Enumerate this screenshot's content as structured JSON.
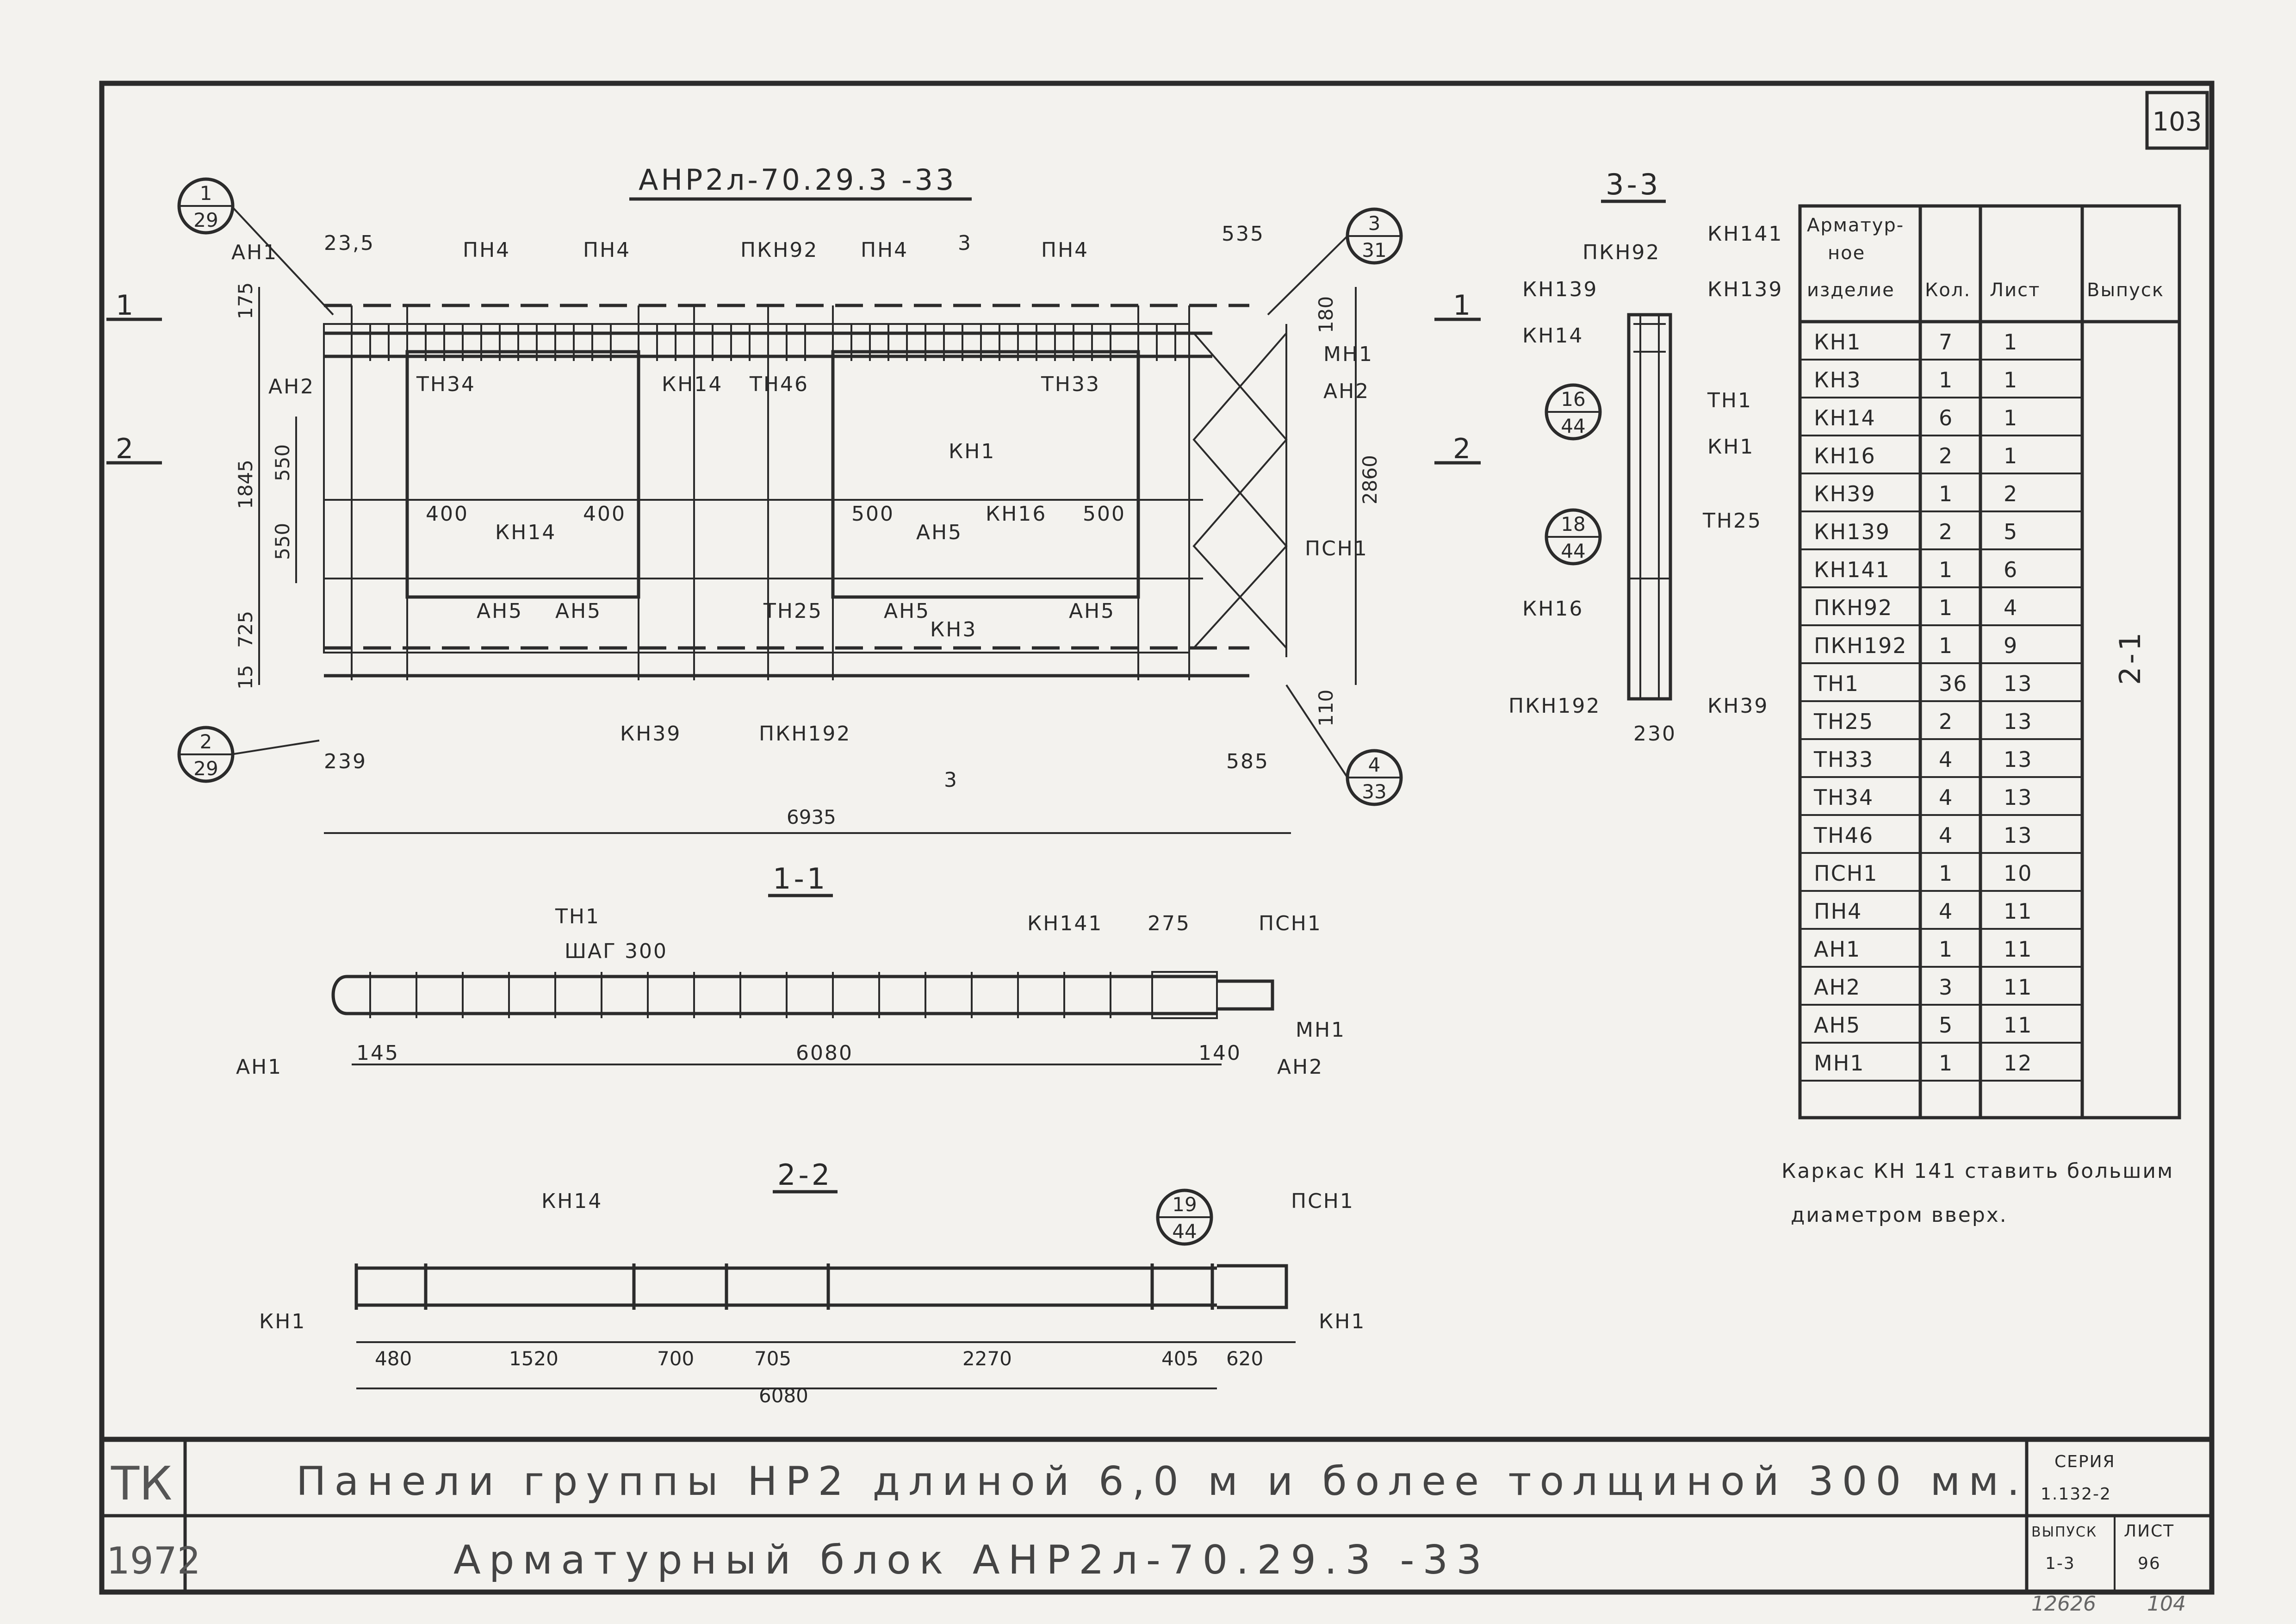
{
  "sheet": {
    "sheet_number": "103",
    "block_title": "АНР2л-70.29.3 -33",
    "note_line1": "Каркас КН 141 ставить большим",
    "note_line2": "диаметром вверх.",
    "handwritten_number": "12626",
    "bottom_page": "104"
  },
  "title_block": {
    "org": "ТК",
    "year": "1972",
    "line1": "Панели группы НР2 длиной 6,0 м и более толщиной 300 мм.",
    "line2": "Арматурный блок АНР2л-70.29.3 -33",
    "series_label": "СЕРИЯ",
    "series_value": "1.132-2",
    "issue_label": "ВЫПУСК",
    "issue_value": "1-3",
    "sheet_label": "ЛИСТ",
    "sheet_value": "96"
  },
  "main_view": {
    "callouts": [
      {
        "num": "1",
        "den": "29"
      },
      {
        "num": "3",
        "den": "31"
      },
      {
        "num": "2",
        "den": "29"
      },
      {
        "num": "4",
        "den": "33"
      }
    ],
    "labels": [
      "АН1",
      "23,5",
      "ПН4",
      "ПН4",
      "ПКН92",
      "ПН4",
      "3",
      "ПН4",
      "535",
      "АН2",
      "ТН34",
      "КН14",
      "ТН46",
      "ТН33",
      "МН1",
      "АН2",
      "КН1",
      "400",
      "КН14",
      "400",
      "500",
      "АН5",
      "КН16",
      "500",
      "АН5",
      "АН5",
      "ТН25",
      "АН5",
      "КН3",
      "АН5",
      "ПСН1",
      "КН39",
      "ПКН192",
      "3",
      "585",
      "239"
    ],
    "dims_left": [
      "175",
      "1845",
      "550",
      "550",
      "725",
      "15"
    ],
    "dims_right": [
      "180",
      "2860",
      "110"
    ],
    "section_marks": [
      "1",
      "1",
      "2",
      "2"
    ],
    "overall": "6935"
  },
  "section_33": {
    "title": "3-3",
    "labels": [
      "ПКН92",
      "КН141",
      "КН139",
      "КН139",
      "КН14",
      "ТН1",
      "КН1",
      "ТН25",
      "КН16",
      "ПКН192",
      "230",
      "КН39"
    ],
    "callouts": [
      {
        "num": "16",
        "den": "44"
      },
      {
        "num": "18",
        "den": "44"
      }
    ]
  },
  "section_11": {
    "title": "1-1",
    "labels": [
      "ТН1",
      "ШАГ 300",
      "КН141",
      "275",
      "ПСН1",
      "МН1",
      "АН2",
      "АН1",
      "145",
      "6080",
      "140"
    ]
  },
  "section_22": {
    "title": "2-2",
    "labels": [
      "КН14",
      "ПСН1",
      "КН1",
      "КН1"
    ],
    "callout": {
      "num": "19",
      "den": "44"
    },
    "dims": [
      "480",
      "1520",
      "700",
      "705",
      "2270",
      "405",
      "620"
    ],
    "overall": "6080"
  },
  "spec_table": {
    "headers": [
      "Арматур-ное изделие",
      "Кол.",
      "Лист",
      "Выпуск"
    ],
    "header_lines": [
      "Арматур-",
      "ное",
      "изделие"
    ],
    "issue": "2-1",
    "rows": [
      [
        "КН1",
        "7",
        "1"
      ],
      [
        "КН3",
        "1",
        "1"
      ],
      [
        "КН14",
        "6",
        "1"
      ],
      [
        "КН16",
        "2",
        "1"
      ],
      [
        "КН39",
        "1",
        "2"
      ],
      [
        "КН139",
        "2",
        "5"
      ],
      [
        "КН141",
        "1",
        "6"
      ],
      [
        "ПКН92",
        "1",
        "4"
      ],
      [
        "ПКН192",
        "1",
        "9"
      ],
      [
        "ТН1",
        "36",
        "13"
      ],
      [
        "ТН25",
        "2",
        "13"
      ],
      [
        "ТН33",
        "4",
        "13"
      ],
      [
        "ТН34",
        "4",
        "13"
      ],
      [
        "ТН46",
        "4",
        "13"
      ],
      [
        "ПСН1",
        "1",
        "10"
      ],
      [
        "ПН4",
        "4",
        "11"
      ],
      [
        "АН1",
        "1",
        "11"
      ],
      [
        "АН2",
        "3",
        "11"
      ],
      [
        "АН5",
        "5",
        "11"
      ],
      [
        "МН1",
        "1",
        "12"
      ]
    ]
  }
}
